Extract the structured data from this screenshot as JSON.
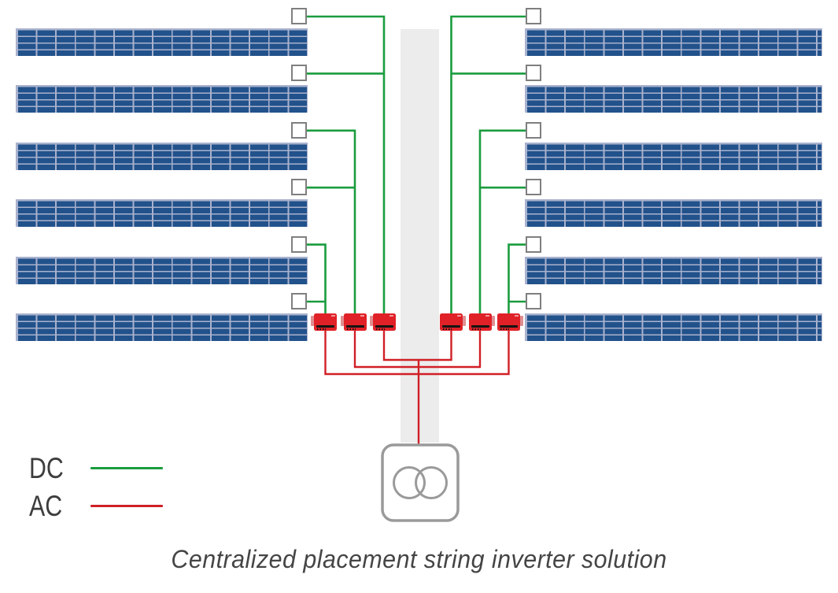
{
  "title": "Centralized placement string inverter solution",
  "legend": {
    "items": [
      {
        "id": "dc",
        "label": "DC",
        "color": "#1a9c3e"
      },
      {
        "id": "ac",
        "label": "AC",
        "color": "#d02027"
      }
    ]
  },
  "diagram": {
    "panel_rows_per_side": 6,
    "inverters_per_side": 3,
    "combiner_boxes_per_side": 6,
    "transformers": 1,
    "colors": {
      "panel_blue": "#22528b",
      "panel_grid": "#a9b2ce",
      "dc_cable": "#1a9c3e",
      "ac_cable": "#d02027",
      "road_gray": "#ececec",
      "combiner_border": "#7f7f7f",
      "inverter_red": "#e02127",
      "inverter_tab": "#e08e90",
      "inverter_stripe": "#141414",
      "transformer_gray": "#9a9a9a",
      "legend_text": "#3d3d3d"
    }
  }
}
